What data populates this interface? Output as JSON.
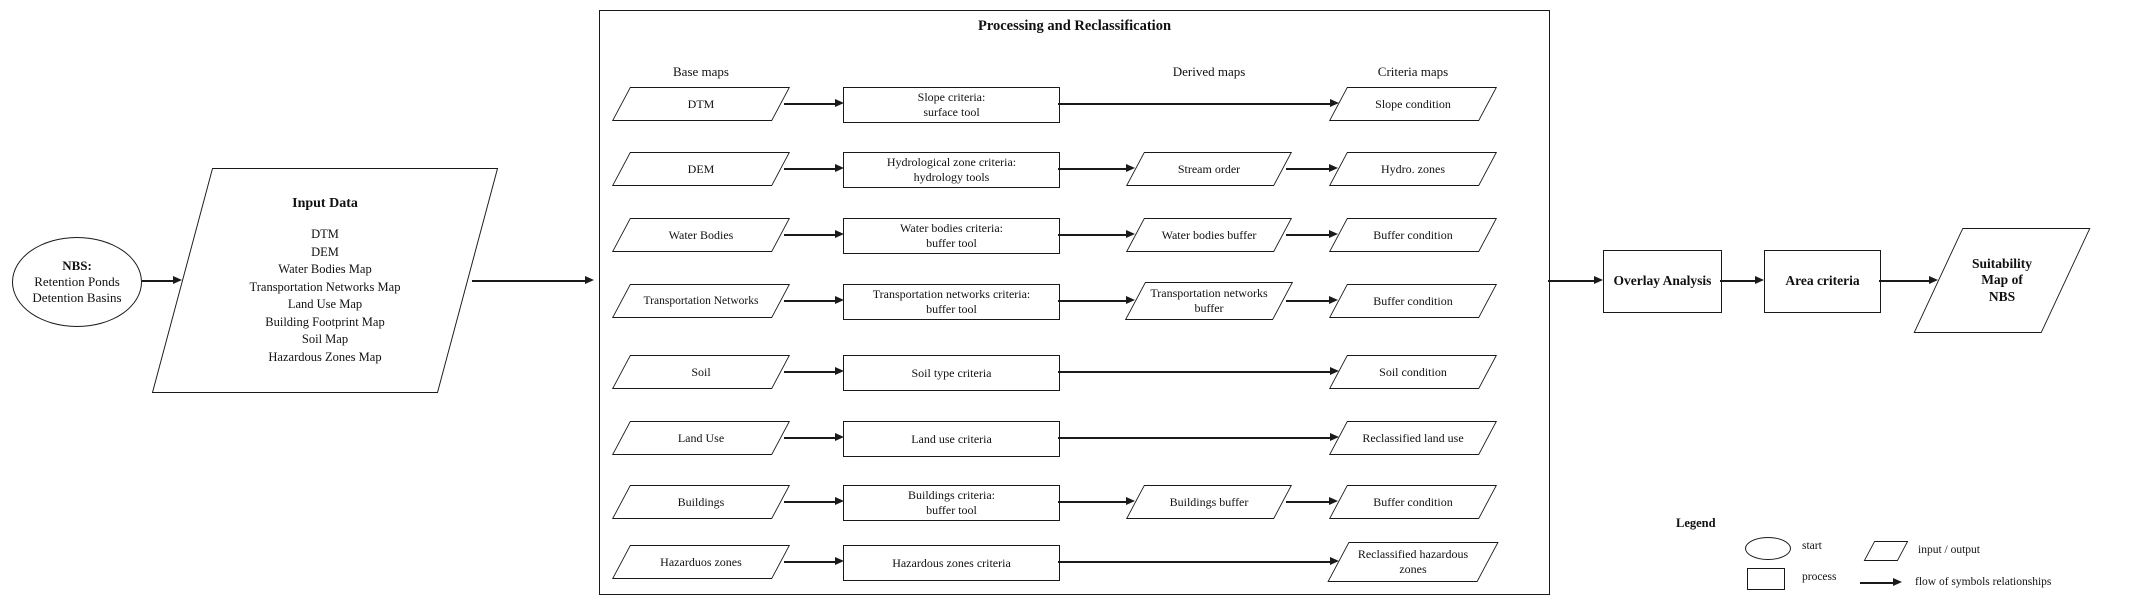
{
  "start": {
    "title": "NBS:",
    "lines": [
      "Retention Ponds",
      "Detention Basins"
    ]
  },
  "input_data": {
    "title": "Input Data",
    "items": [
      "DTM",
      "DEM",
      "Water Bodies Map",
      "Transportation Networks Map",
      "Land Use Map",
      "Building Footprint Map",
      "Soil Map",
      "Hazardous Zones Map"
    ]
  },
  "processing": {
    "title": "Processing and Reclassification",
    "columns": {
      "base": "Base maps",
      "derived": "Derived maps",
      "criteria": "Criteria maps"
    },
    "rows": [
      {
        "base": "DTM",
        "process": [
          "Slope criteria:",
          "surface tool"
        ],
        "criteria": [
          "Slope condition"
        ]
      },
      {
        "base": "DEM",
        "process": [
          "Hydrological zone criteria:",
          "hydrology tools"
        ],
        "derived": [
          "Stream order"
        ],
        "criteria": [
          "Hydro. zones"
        ]
      },
      {
        "base": "Water Bodies",
        "process": [
          "Water bodies criteria:",
          "buffer tool"
        ],
        "derived": [
          "Water bodies buffer"
        ],
        "criteria": [
          "Buffer condition"
        ]
      },
      {
        "base": "Transportation Networks",
        "process": [
          "Transportation networks criteria:",
          "buffer tool"
        ],
        "derived": [
          "Transportation networks",
          "buffer"
        ],
        "criteria": [
          "Buffer condition"
        ]
      },
      {
        "base": "Soil",
        "process": [
          "Soil type criteria"
        ],
        "criteria": [
          "Soil condition"
        ]
      },
      {
        "base": "Land Use",
        "process": [
          "Land use criteria"
        ],
        "criteria": [
          "Reclassified land use"
        ]
      },
      {
        "base": "Buildings",
        "process": [
          "Buildings criteria:",
          "buffer tool"
        ],
        "derived": [
          "Buildings buffer"
        ],
        "criteria": [
          "Buffer condition"
        ]
      },
      {
        "base": "Hazarduos zones",
        "process": [
          "Hazardous zones criteria"
        ],
        "criteria": [
          "Reclassified hazardous",
          "zones"
        ]
      }
    ]
  },
  "overlay": {
    "label": "Overlay Analysis"
  },
  "area": {
    "label": "Area criteria"
  },
  "output": {
    "lines": [
      "Suitability",
      "Map of",
      "NBS"
    ]
  },
  "legend": {
    "title": "Legend",
    "items": [
      {
        "symbol": "ellipse",
        "label": "start"
      },
      {
        "symbol": "parallelogram",
        "label": "input / output"
      },
      {
        "symbol": "rectangle",
        "label": "process"
      },
      {
        "symbol": "arrow",
        "label": "flow of symbols relationships"
      }
    ]
  },
  "colors": {
    "line": "#1a1a1a",
    "background": "#ffffff"
  }
}
